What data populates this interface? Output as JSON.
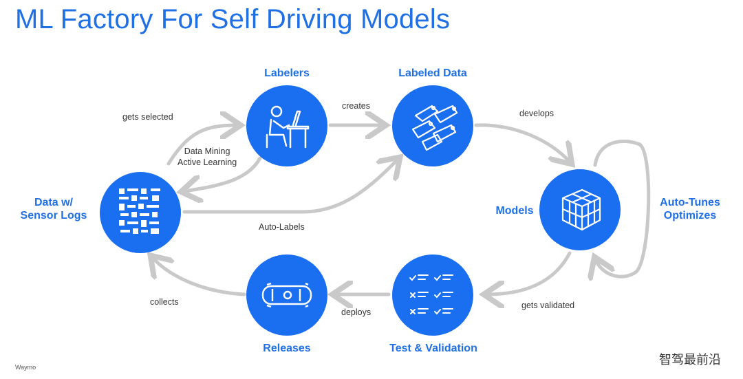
{
  "title": "ML Factory For Self Driving Models",
  "nodes": {
    "data": "Data w/\nSensor Logs",
    "labelers": "Labelers",
    "labeled": "Labeled Data",
    "models": "Models",
    "tests": "Test & Validation",
    "releases": "Releases"
  },
  "edges": {
    "gets_selected": "gets selected",
    "data_mining": "Data Mining\nActive Learning",
    "creates": "creates",
    "develops": "develops",
    "auto_labels": "Auto-Labels",
    "auto_tunes": "Auto-Tunes\nOptimizes",
    "gets_validated": "gets validated",
    "deploys": "deploys",
    "collects": "collects"
  },
  "footer": "Waymo",
  "watermark": "智驾最前沿"
}
